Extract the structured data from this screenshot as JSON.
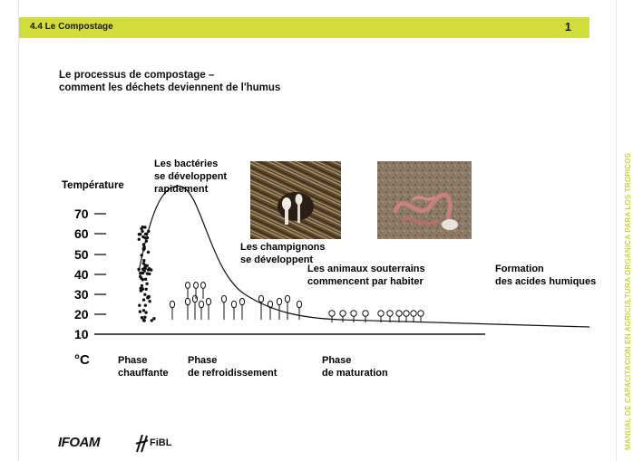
{
  "header": {
    "section": "4.4 Le Compostage",
    "page": "1"
  },
  "title": {
    "line1": "Le processus de compostage –",
    "line2": "comment les déchets deviennent de l'humus"
  },
  "side_text": "MANUAL DE CAPACITACION EN AGRICULTURA ORGANICA PARA LOS TROPICOS",
  "chart": {
    "ylabel": "Température",
    "unit": "°C",
    "yticks": [
      "70",
      "60",
      "50",
      "40",
      "30",
      "20",
      "10"
    ],
    "annotations": {
      "bacteria": [
        "Les bactéries",
        "se développent",
        "rapidement"
      ],
      "fungi": [
        "Les champignons",
        "se développent"
      ],
      "animals": [
        "Les animaux souterrains",
        "commencent par habiter"
      ],
      "humic": [
        "Formation",
        "des acides humiques"
      ]
    },
    "phases": [
      [
        "Phase",
        "chauffante"
      ],
      [
        "Phase",
        "de refroidissement"
      ],
      [
        "Phase",
        "de maturation"
      ]
    ]
  },
  "photos": [
    {
      "icon": "mushroom-photo"
    },
    {
      "icon": "earthworm-photo"
    }
  ],
  "logos": {
    "ifoam": "IFOAM",
    "fibl": "FiBL"
  }
}
